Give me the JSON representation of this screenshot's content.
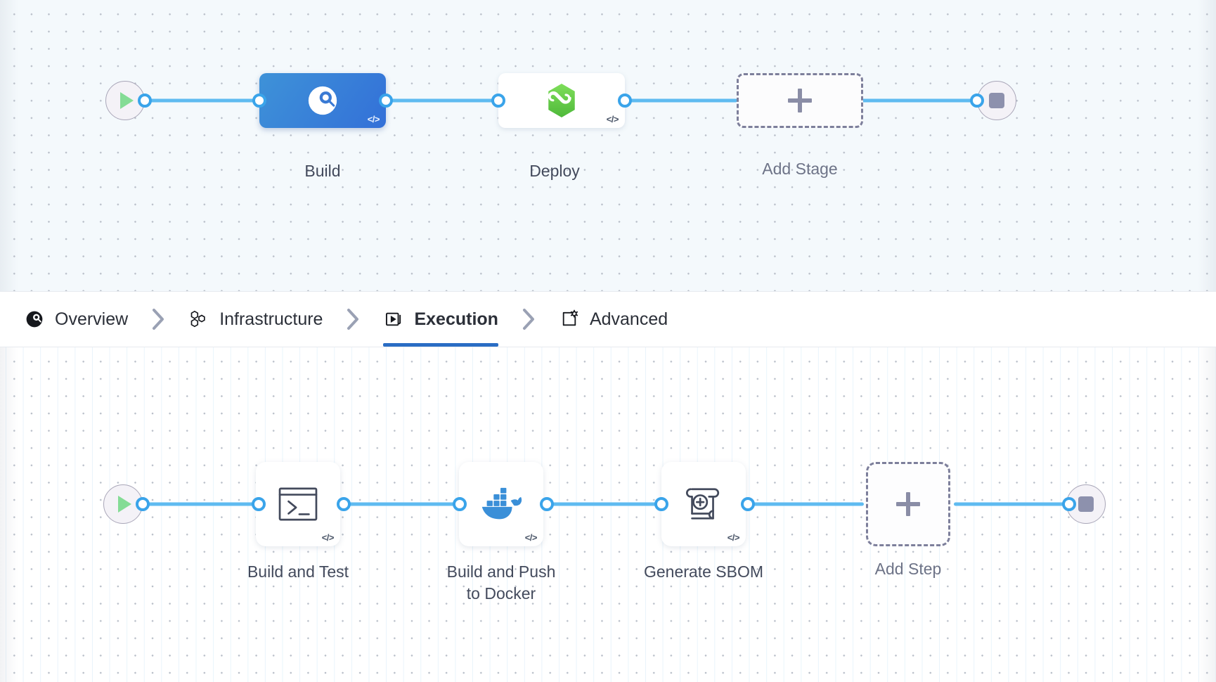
{
  "theme": {
    "accent_blue": "#3aa4ea",
    "connector_blue": "#5fbbf0",
    "selected_stage_blue": "#3370d8",
    "active_tab_underline": "#2a6dc4",
    "label_color": "#434a5c",
    "dashed_border": "#7d7f9b",
    "canvas_top_bg": "#f4f9fc",
    "canvas_bottom_bg": "#ffffff"
  },
  "stage_pipeline": {
    "name": "stage-pipeline",
    "start_icon": "play-icon",
    "end_icon": "stop-icon",
    "nodes": [
      {
        "id": "build",
        "label": "Build",
        "icon": "harness-ci-icon",
        "state": "selected",
        "badge": "</>"
      },
      {
        "id": "deploy",
        "label": "Deploy",
        "icon": "harness-cd-icon",
        "state": "default",
        "badge": "</>"
      },
      {
        "id": "add-stage",
        "label": "Add Stage",
        "icon": "plus-icon",
        "state": "add",
        "badge": ""
      }
    ]
  },
  "tabs": {
    "separator": "chevron-right-icon",
    "items": [
      {
        "id": "overview",
        "label": "Overview",
        "icon": "harness-ci-icon",
        "active": false
      },
      {
        "id": "infrastructure",
        "label": "Infrastructure",
        "icon": "hexagons-icon",
        "active": false
      },
      {
        "id": "execution",
        "label": "Execution",
        "icon": "play-box-icon",
        "active": true
      },
      {
        "id": "advanced",
        "label": "Advanced",
        "icon": "box-gear-icon",
        "active": false
      }
    ]
  },
  "step_pipeline": {
    "name": "step-pipeline",
    "start_icon": "play-icon",
    "end_icon": "stop-icon",
    "nodes": [
      {
        "id": "build-and-test",
        "label": "Build and Test",
        "icon": "terminal-icon",
        "state": "default",
        "badge": "</>"
      },
      {
        "id": "build-push-docker",
        "label": "Build and Push\nto Docker",
        "icon": "docker-icon",
        "state": "default",
        "badge": "</>"
      },
      {
        "id": "generate-sbom",
        "label": "Generate SBOM",
        "icon": "sbom-scroll-icon",
        "state": "default",
        "badge": "</>"
      },
      {
        "id": "add-step",
        "label": "Add Step",
        "icon": "plus-icon",
        "state": "add",
        "badge": ""
      }
    ]
  }
}
